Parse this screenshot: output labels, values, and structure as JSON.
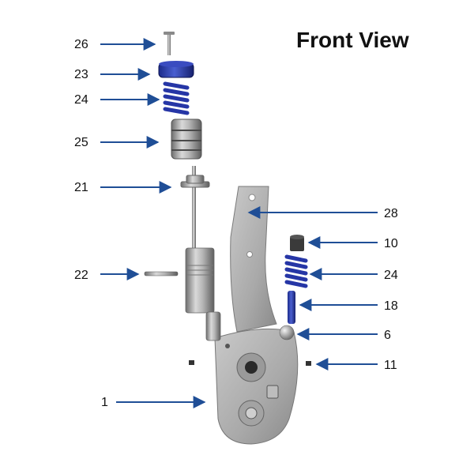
{
  "title": "Front View",
  "colors": {
    "arrow": "#1f4e96",
    "spring_blue": "#2636a6",
    "metal": "#a8a8a8",
    "metal_dark": "#6f6f6f"
  },
  "callouts": [
    {
      "id": "c26",
      "label": "26",
      "side": "left",
      "part": "pin"
    },
    {
      "id": "c23",
      "label": "23",
      "side": "left",
      "part": "cap"
    },
    {
      "id": "c24a",
      "label": "24",
      "side": "left",
      "part": "upper-spring"
    },
    {
      "id": "c25",
      "label": "25",
      "side": "left",
      "part": "piston"
    },
    {
      "id": "c21",
      "label": "21",
      "side": "left",
      "part": "collar"
    },
    {
      "id": "c22",
      "label": "22",
      "side": "left",
      "part": "roll-pin"
    },
    {
      "id": "c1",
      "label": "1",
      "side": "left",
      "part": "housing"
    },
    {
      "id": "c28",
      "label": "28",
      "side": "right",
      "part": "lever-arm"
    },
    {
      "id": "c10",
      "label": "10",
      "side": "right",
      "part": "set-screw"
    },
    {
      "id": "c24b",
      "label": "24",
      "side": "right",
      "part": "lower-spring"
    },
    {
      "id": "c18",
      "label": "18",
      "side": "right",
      "part": "plunger"
    },
    {
      "id": "c6",
      "label": "6",
      "side": "right",
      "part": "ball"
    },
    {
      "id": "c11",
      "label": "11",
      "side": "right",
      "part": "small-block"
    }
  ]
}
